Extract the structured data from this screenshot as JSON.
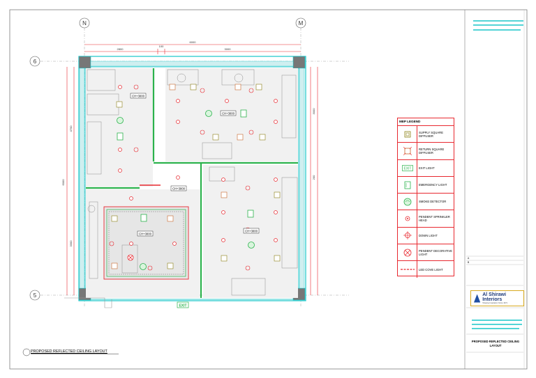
{
  "drawing": {
    "title": "PROPOSED REFLECTED CEILING LAYOUT",
    "grid_labels": {
      "top_left": "N",
      "top_right": "M",
      "left_top": "6",
      "left_bottom": "5"
    },
    "dimensions": {
      "overall": "6000",
      "left_span": "2800",
      "mid_gap": "100",
      "right_span": "3000",
      "height_total": "6000",
      "height_upper": "4700",
      "height_lower": "3300",
      "right_upper": "3000",
      "right_mid": "200"
    },
    "room_tags": [
      "CH+3000",
      "CH+3000",
      "CH+3000",
      "CH+3000",
      "CH+3000"
    ],
    "exit_sign": "EXIT"
  },
  "legend": {
    "title": "MEP LEGEND",
    "items": [
      {
        "icon": "supply-diffuser-icon",
        "label": "SUPPLY SQUARE DIFFUSER"
      },
      {
        "icon": "return-diffuser-icon",
        "label": "RETURN SQUARE DIFFUSER"
      },
      {
        "icon": "exit-light-icon",
        "label": "EXIT LIGHT"
      },
      {
        "icon": "emergency-light-icon",
        "label": "EMERGENCY LIGHT"
      },
      {
        "icon": "smoke-detector-icon",
        "label": "SMOKE DETECTOR"
      },
      {
        "icon": "sprinkler-head-icon",
        "label": "PENDENT SPRINKLER HEAD"
      },
      {
        "icon": "down-light-icon",
        "label": "DOWN LIGHT"
      },
      {
        "icon": "decorative-light-icon",
        "label": "PENDENT DECORATIVE LIGHT"
      },
      {
        "icon": "led-cove-light-icon",
        "label": "LED COVE LIGHT"
      }
    ]
  },
  "title_block": {
    "company": "Al Shirawi Interiors",
    "tagline": "Shaping Inspiration Since 1971",
    "drawing_name": "PROPOSED REFLECTED CEILING LAYOUT",
    "revision_rows": [
      "A",
      "B"
    ]
  },
  "colors": {
    "wall_cyan": "#19c6c9",
    "partition_green": "#2bb24c",
    "dimension_red": "#e8282f",
    "frame_gray": "#9a9a9a"
  }
}
